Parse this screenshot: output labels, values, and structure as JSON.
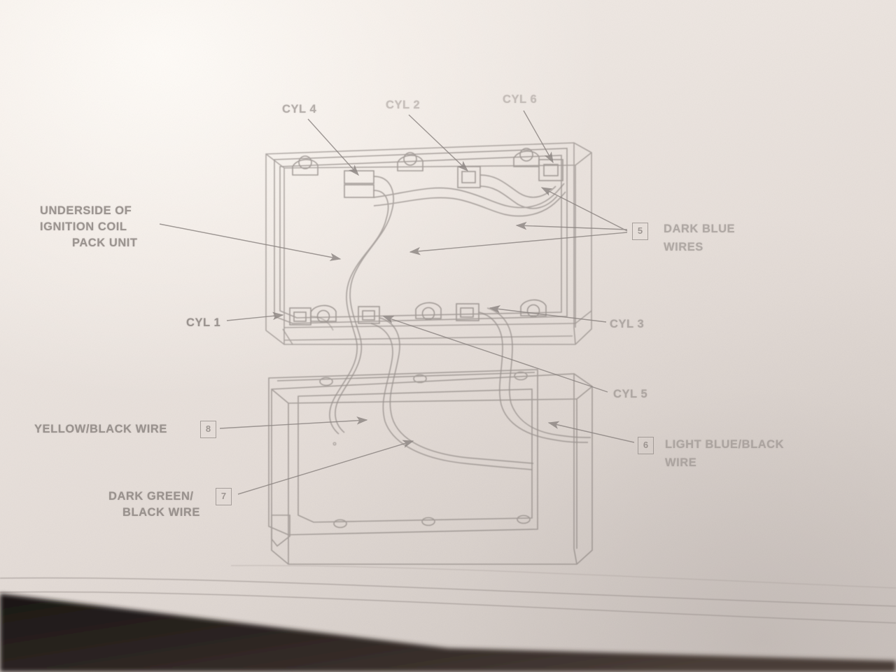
{
  "document": {
    "kind": "automotive-service-manual-diagram",
    "title": "Underside of Ignition Coil Pack Unit Wiring",
    "media": "photograph of printed page"
  },
  "colors": {
    "paper": "#ece5e0",
    "ink": "#8d8682",
    "ink_faint": "#a39c98",
    "shadow": "#262020"
  },
  "labels": {
    "cyl4": "CYL 4",
    "cyl2": "CYL 2",
    "cyl6": "CYL 6",
    "cyl1": "CYL 1",
    "cyl3": "CYL 3",
    "cyl5": "CYL 5",
    "underside_line1": "UNDERSIDE OF",
    "underside_line2": "IGNITION COIL",
    "underside_line3": "PACK UNIT",
    "dark_blue_line1": "DARK BLUE",
    "dark_blue_line2": "WIRES",
    "yellow_black": "YELLOW/BLACK WIRE",
    "dark_green_line1": "DARK GREEN/",
    "dark_green_line2": "BLACK WIRE",
    "light_blue_line1": "LIGHT BLUE/BLACK",
    "light_blue_line2": "WIRE"
  },
  "markers": {
    "dark_blue": "5",
    "yellow_black": "8",
    "dark_green": "7",
    "light_blue": "6"
  },
  "chart_data": {
    "type": "diagram",
    "title": "Underside of Ignition Coil Pack Unit",
    "callouts": [
      {
        "id": "cyl4",
        "label": "CYL 4",
        "target": "coil-terminal-cyl4",
        "anchor": "top-left"
      },
      {
        "id": "cyl2",
        "label": "CYL 2",
        "target": "coil-terminal-cyl2",
        "anchor": "top-center"
      },
      {
        "id": "cyl6",
        "label": "CYL 6",
        "target": "coil-terminal-cyl6",
        "anchor": "top-right"
      },
      {
        "id": "cyl1",
        "label": "CYL 1",
        "target": "coil-terminal-cyl1",
        "anchor": "left"
      },
      {
        "id": "cyl3",
        "label": "CYL 3",
        "target": "coil-terminal-cyl3",
        "anchor": "right"
      },
      {
        "id": "cyl5",
        "label": "CYL 5",
        "target": "coil-terminal-cyl5",
        "anchor": "right"
      },
      {
        "id": "underside",
        "label": "UNDERSIDE OF IGNITION COIL PACK UNIT",
        "target": "coil-pack-plate",
        "anchor": "left"
      },
      {
        "id": "dark-blue",
        "label": "DARK BLUE WIRES",
        "marker": "5",
        "target": "dark-blue-wire-pair",
        "anchor": "right"
      },
      {
        "id": "yellow-black",
        "label": "YELLOW/BLACK WIRE",
        "marker": "8",
        "target": "yellow-black-wire",
        "anchor": "left"
      },
      {
        "id": "dark-green",
        "label": "DARK GREEN/BLACK WIRE",
        "marker": "7",
        "target": "dark-green-wire",
        "anchor": "left"
      },
      {
        "id": "light-blue",
        "label": "LIGHT BLUE/BLACK WIRE",
        "marker": "6",
        "target": "light-blue-wire",
        "anchor": "right"
      }
    ],
    "components": [
      {
        "name": "coil-pack-plate",
        "description": "Rectangular coil pack housing shown from underside with six mounting bosses"
      },
      {
        "name": "lower-bracket",
        "description": "Lower mounting bracket plate with six bolt holes"
      },
      {
        "name": "wire-harness",
        "description": "Routed ignition wires exiting coil pack terminals"
      }
    ],
    "cylinder_count": 6,
    "wire_colors": [
      "DARK BLUE",
      "YELLOW/BLACK",
      "DARK GREEN/BLACK",
      "LIGHT BLUE/BLACK"
    ]
  }
}
